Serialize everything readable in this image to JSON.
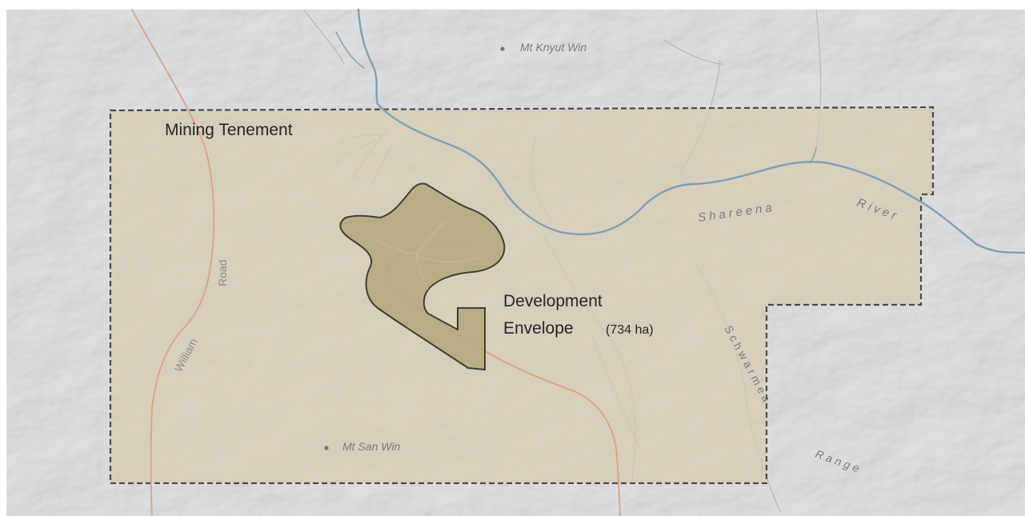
{
  "map": {
    "tenement_label": "Mining Tenement",
    "envelope": {
      "line1": "Development",
      "line2": "Envelope",
      "area": "(734 ha)"
    },
    "peaks": {
      "north": "Mt Knyut Win",
      "south": "Mt San Win"
    },
    "road": {
      "word1": "William",
      "word2": "Road"
    },
    "river": {
      "word1": "Shareena",
      "word2": "River"
    },
    "range": {
      "word1": "Schwarmea",
      "word2": "Range"
    },
    "colors": {
      "background": "#e6e8ea",
      "tenement_fill": "#d7cbb0",
      "tenement_border": "#4a4a4a",
      "envelope_fill": "#b4a77c",
      "envelope_border": "#3f3f34",
      "river": "#7e9fb3",
      "road": "#dba081",
      "label": "#262626",
      "feature_label": "#7a7a7a"
    }
  }
}
